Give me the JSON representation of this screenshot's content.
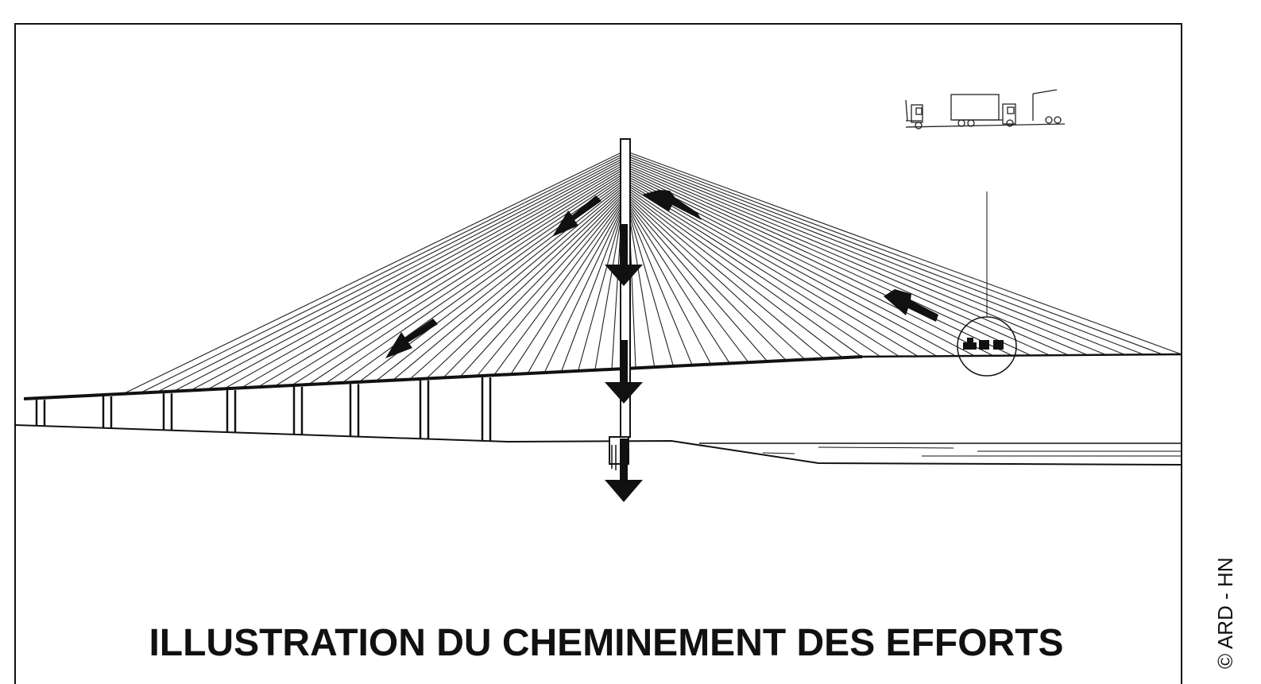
{
  "title": "ILLUSTRATION DU CHEMINEMENT DES EFFORTS",
  "copyright": "© ARD - HN",
  "colors": {
    "ink": "#111111",
    "paper": "#ffffff"
  },
  "elements": {
    "force_arrows": [
      "arrow-cable-tension-left-upper",
      "arrow-cable-tension-left-lower",
      "arrow-cable-tension-right-upper",
      "arrow-cable-tension-right-lower",
      "arrow-pylon-compression-1",
      "arrow-pylon-compression-2",
      "arrow-foundation-load"
    ],
    "icons": [
      "truck-vehicles-icon",
      "car-traffic-icon"
    ]
  }
}
